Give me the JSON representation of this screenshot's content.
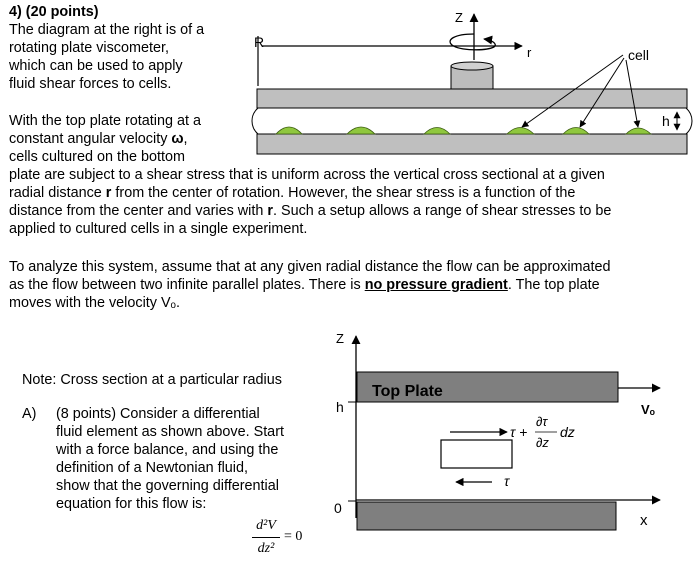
{
  "problem": {
    "heading": "4) (20 points)",
    "intro_lines": [
      "The diagram at the right is of a",
      "rotating plate viscometer,",
      "which can be used to apply",
      "fluid shear forces to cells."
    ],
    "p2_line1": "With the top plate rotating at a",
    "p2_line2_pre": "constant angular velocity ",
    "omega": "ω",
    "p2_line2_post": ",",
    "p2_line3": "cells cultured on the bottom",
    "p2_line4": "plate are subject to a shear stress that is uniform across the vertical cross sectional at a given",
    "p2_line5_pre": "radial distance ",
    "r_bold": "r",
    "p2_line5_post": " from the center of rotation.  However, the shear stress is a function of the",
    "p2_line6_pre": "distance from the center and varies with ",
    "p2_line6_post": ".  Such a setup allows a range of shear stresses to be",
    "p2_line7": "applied to cultured cells in a single experiment.",
    "p3_line1": "To analyze this system, assume that at any given radial distance the flow can be approximated",
    "p3_line2_pre": "as the flow between two infinite parallel plates.  There is ",
    "p3_no_pressure": "no pressure gradient",
    "p3_line2_post": ".  The top plate",
    "p3_line3": "moves with the velocity Vₒ."
  },
  "note": "Note: Cross section at a particular radius",
  "part_a": {
    "label": "A)",
    "lines": [
      "(8 points) Consider a differential",
      "fluid element as shown above. Start",
      "with a force balance, and using the",
      "definition of a Newtonian fluid,",
      "show that the governing differential",
      "equation for this flow is:"
    ],
    "equation": {
      "numerator": "d²V",
      "denominator": "dz²",
      "rhs": "= 0"
    }
  },
  "viscometer": {
    "z_label": "Z",
    "r_axis_label": "r",
    "R_label": "R",
    "cell_label": "cell",
    "h_label": "h"
  },
  "cross_section": {
    "z_label": "Z",
    "h_tick": "h",
    "zero_tick": "0",
    "x_label": "x",
    "top_plate_label": "Top Plate",
    "velocity_label": "Vₒ",
    "tau_top": "τ +",
    "dtau": "∂τ",
    "dz": "∂z",
    "dz_trail": "dz",
    "tau_bottom": "τ"
  }
}
